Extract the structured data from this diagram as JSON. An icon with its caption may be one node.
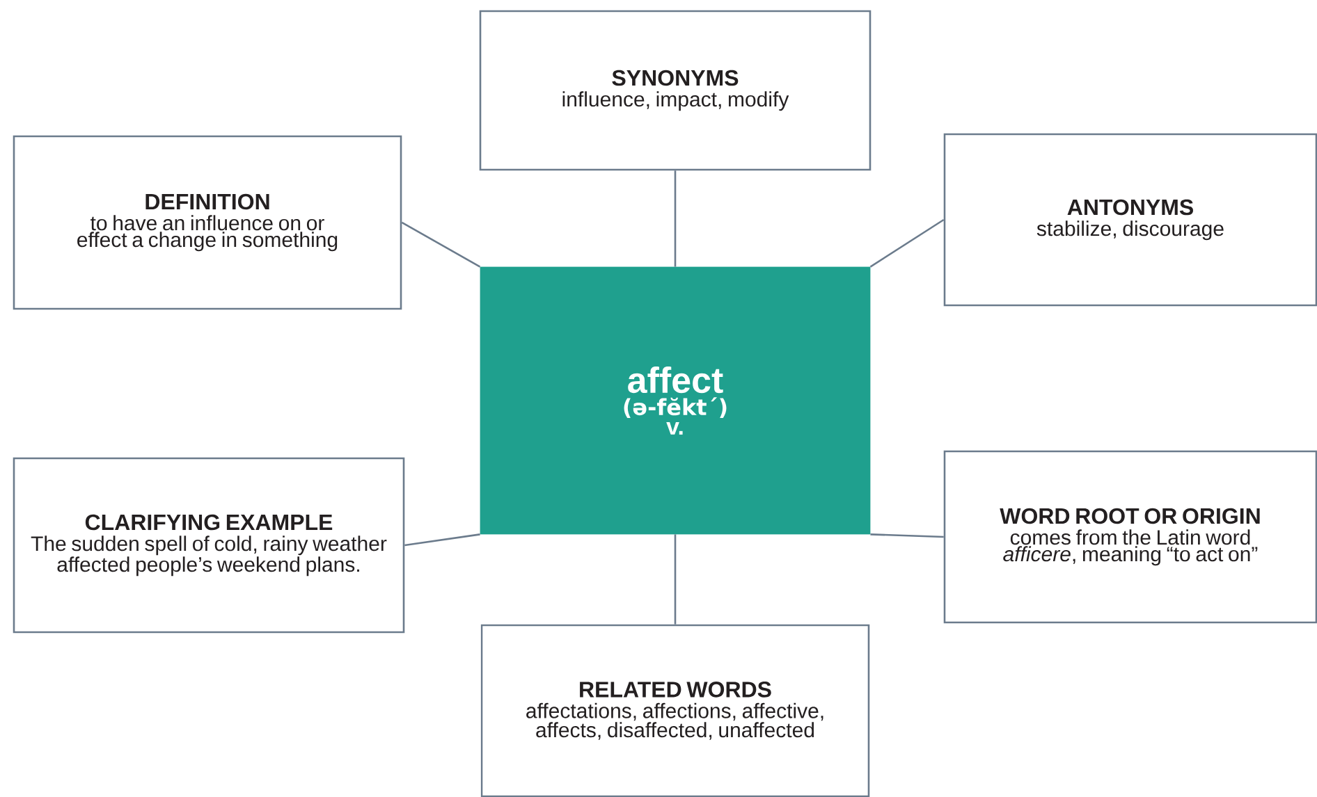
{
  "diagram": {
    "nodes": [
      {
        "text": [
          "SYNONYMS",
          "influence, impact, modify"
        ]
      },
      {
        "text": [
          "DEFINITION",
          "to have an influence on or effect a change in something"
        ]
      },
      {
        "text": [
          "ANTONYMS",
          "stabilize, discourage"
        ]
      },
      {
        "text": [
          "affect",
          "(ə-fĕkt´)",
          "v."
        ]
      },
      {
        "text": [
          "CLARIFYING EXAMPLE",
          "The sudden spell of cold, rainy weather affected people’s weekend plans."
        ]
      },
      {
        "text": [
          "WORD ROOT OR ORIGIN",
          "comes from the Latin word *afficere*, meaning “to act on”"
        ]
      },
      {
        "text": [
          "RELATED WORDS",
          "affectations, affections, affective, affects, disaffected, unaffected"
        ]
      }
    ],
    "edges": [
      {
        "from": 3,
        "to": 0,
        "arrow": "none"
      },
      {
        "from": 3,
        "to": 1,
        "arrow": "none"
      },
      {
        "from": 3,
        "to": 2,
        "arrow": "none"
      },
      {
        "from": 3,
        "to": 4,
        "arrow": "none"
      },
      {
        "from": 3,
        "to": 5,
        "arrow": "none"
      },
      {
        "from": 3,
        "to": 6,
        "arrow": "none"
      }
    ]
  }
}
